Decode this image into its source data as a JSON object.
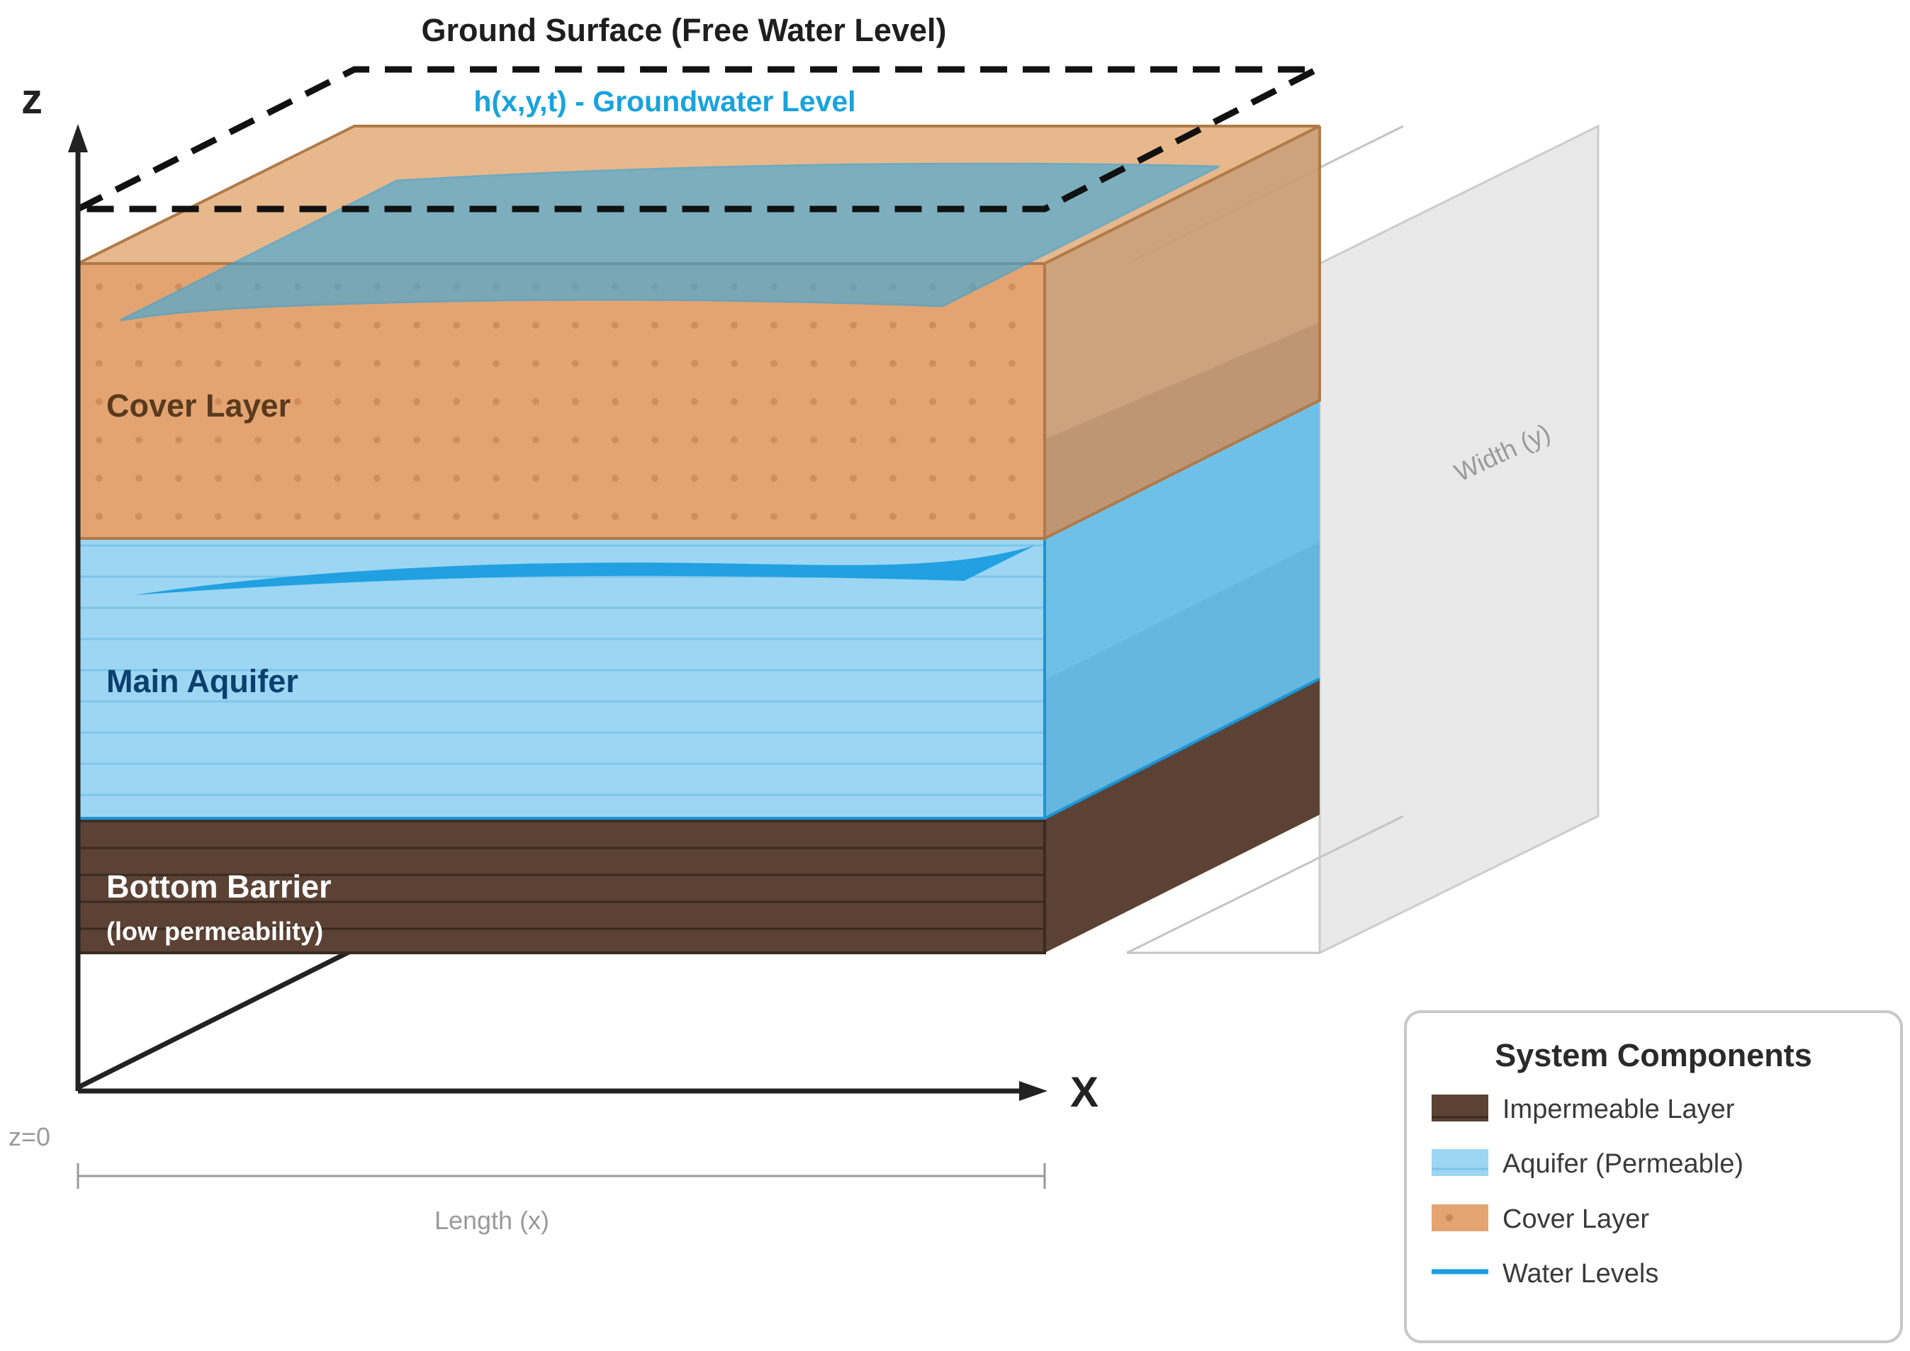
{
  "labels": {
    "ground_surface": "Ground Surface (Free Water Level)",
    "groundwater_level": "h(x,y,t) - Groundwater Level",
    "z_axis": "z",
    "x_axis": "X",
    "z_origin": "z=0",
    "length": "Length (x)",
    "width": "Width (y)"
  },
  "layers": [
    {
      "id": "cover",
      "name": "Cover Layer",
      "color": "#e3a472"
    },
    {
      "id": "aquifer",
      "name": "Main Aquifer",
      "color": "#9dd6f2"
    },
    {
      "id": "barrier",
      "name": "Bottom Barrier",
      "subtitle": "(low permeability)",
      "color": "#5b4234"
    }
  ],
  "legend": {
    "title": "System Components",
    "items": [
      {
        "label": "Impermeable Layer",
        "color": "#5b4234"
      },
      {
        "label": "Aquifer (Permeable)",
        "color": "#9dd6f2"
      },
      {
        "label": "Cover Layer",
        "color": "#e3a472"
      },
      {
        "label": "Water Levels",
        "color": "#1a9ee0"
      }
    ]
  }
}
